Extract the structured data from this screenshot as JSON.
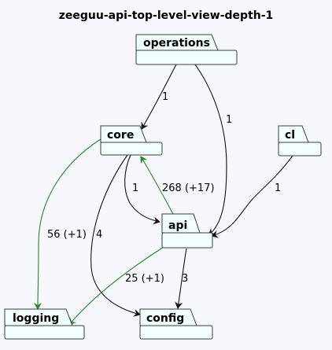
{
  "title": "zeeguu-api-top-level-view-depth-1",
  "colors": {
    "background": "#f7f8fe",
    "package_fill": "#f0fffd",
    "package_border": "#3b3b3b",
    "edge_default": "#111111",
    "edge_highlight": "#1f8a1f"
  },
  "packages": {
    "operations": {
      "label": "operations"
    },
    "core": {
      "label": "core"
    },
    "cl": {
      "label": "cl"
    },
    "api": {
      "label": "api"
    },
    "logging": {
      "label": "logging"
    },
    "config": {
      "label": "config"
    }
  },
  "edges": {
    "operations_core": {
      "from": "operations",
      "to": "core",
      "label": "1",
      "color": "black"
    },
    "operations_api": {
      "from": "operations",
      "to": "api",
      "label": "1",
      "color": "black"
    },
    "cl_api": {
      "from": "cl",
      "to": "api",
      "label": "1",
      "color": "black"
    },
    "core_api": {
      "from": "core",
      "to": "api",
      "label": "1",
      "color": "black"
    },
    "api_core": {
      "from": "api",
      "to": "core",
      "label": "268 (+17)",
      "color": "green"
    },
    "core_logging": {
      "from": "core",
      "to": "logging",
      "label": "56 (+1)",
      "color": "green"
    },
    "core_config": {
      "from": "core",
      "to": "config",
      "label": "4",
      "color": "black"
    },
    "api_logging": {
      "from": "api",
      "to": "logging",
      "label": "25 (+1)",
      "color": "green"
    },
    "api_config": {
      "from": "api",
      "to": "config",
      "label": "3",
      "color": "black"
    }
  }
}
